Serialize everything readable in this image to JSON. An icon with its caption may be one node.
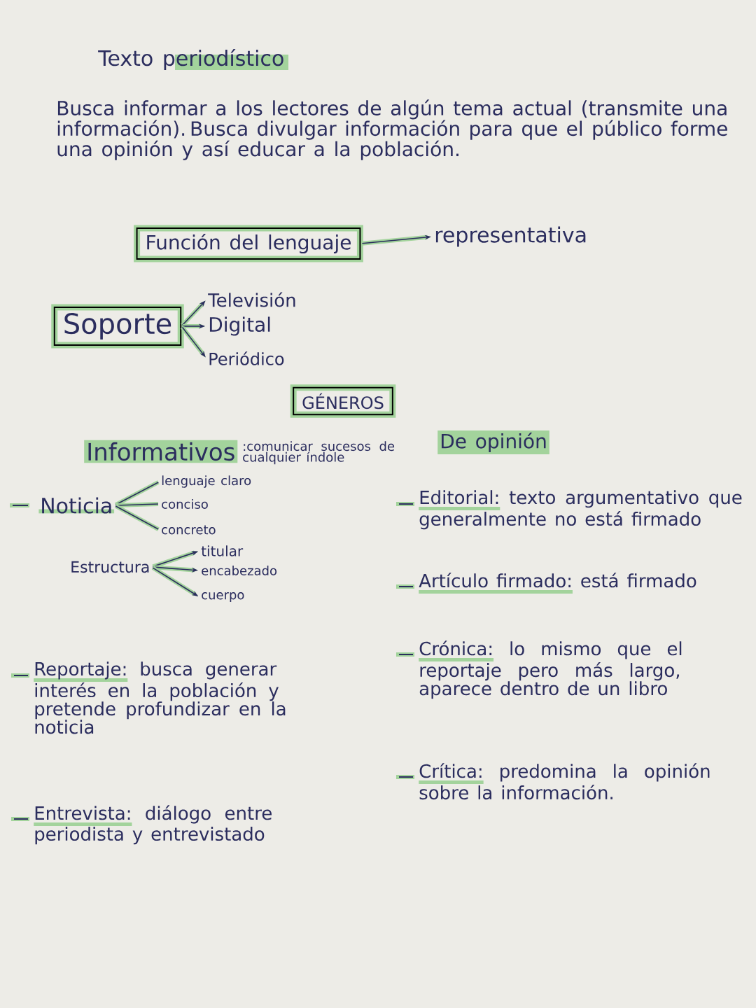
{
  "diagram": {
    "title": "Texto periodístico",
    "nodes": [
      {
        "text": [
          "Función del lenguaje"
        ]
      },
      {
        "text": [
          "representativa"
        ]
      },
      {
        "text": [
          "Soporte"
        ]
      },
      {
        "text": [
          "Televisión"
        ]
      },
      {
        "text": [
          "Digital"
        ]
      },
      {
        "text": [
          "Periódico"
        ]
      },
      {
        "text": [
          "GÉNEROS"
        ]
      },
      {
        "text": [
          "Noticia"
        ]
      },
      {
        "text": [
          "lenguaje claro"
        ]
      },
      {
        "text": [
          "conciso"
        ]
      },
      {
        "text": [
          "concreto"
        ]
      },
      {
        "text": [
          "Estructura"
        ]
      },
      {
        "text": [
          "titular"
        ]
      },
      {
        "text": [
          "encabezado"
        ]
      },
      {
        "text": [
          "cuerpo"
        ]
      }
    ],
    "edges": [
      {
        "from": 0,
        "to": 1,
        "arrow": "to"
      },
      {
        "from": 2,
        "to": 3,
        "arrow": "to"
      },
      {
        "from": 2,
        "to": 4,
        "arrow": "to"
      },
      {
        "from": 2,
        "to": 5,
        "arrow": "to"
      },
      {
        "from": 7,
        "to": 8,
        "arrow": "none"
      },
      {
        "from": 7,
        "to": 9,
        "arrow": "none"
      },
      {
        "from": 7,
        "to": 10,
        "arrow": "none"
      },
      {
        "from": 11,
        "to": 12,
        "arrow": "to"
      },
      {
        "from": 11,
        "to": 13,
        "arrow": "to"
      },
      {
        "from": 11,
        "to": 14,
        "arrow": "to"
      }
    ],
    "labels": [
      "Busca informar a los lectores de algún tema actual (transmite una información). Busca divulgar información para que el público forme una opinión y así educar a la población.",
      "Informativos",
      ":comunicar sucesos de cualquier índole",
      "De opinión",
      "Editorial:",
      "texto argumentativo que generalmente no está firmado",
      "Artículo firmado:",
      "está firmado",
      "Crónica:",
      "lo mismo que el reportaje pero más largo, aparece dentro de un libro",
      "Reportaje:",
      "busca generar interés en la población y pretende profundizar en la noticia",
      "Crítica:",
      "predomina la opinión sobre la información.",
      "Entrevista:",
      "diálogo entre periodista y entrevistado"
    ]
  }
}
